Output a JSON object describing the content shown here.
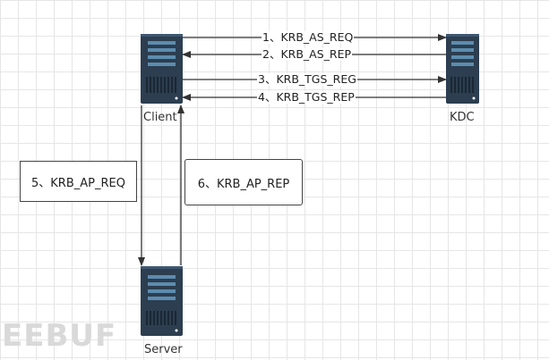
{
  "nodes": {
    "client": {
      "label": "Client"
    },
    "kdc": {
      "label": "KDC"
    },
    "server": {
      "label": "Server"
    }
  },
  "messages": [
    {
      "label": "1、KRB_AS_REQ",
      "from": "client",
      "to": "kdc"
    },
    {
      "label": "2、KRB_AS_REP",
      "from": "kdc",
      "to": "client"
    },
    {
      "label": "3、KRB_TGS_REG",
      "from": "client",
      "to": "kdc"
    },
    {
      "label": "4、KRB_TGS_REP",
      "from": "kdc",
      "to": "client"
    },
    {
      "label": "5、KRB_AP_REQ",
      "from": "client",
      "to": "server"
    },
    {
      "label": "6、KRB_AP_REP",
      "from": "server",
      "to": "client"
    }
  ],
  "watermark": "EEBUF",
  "colors": {
    "server_body": "#2c3e50",
    "server_bar": "#5d8cae",
    "arrow": "#333333"
  }
}
